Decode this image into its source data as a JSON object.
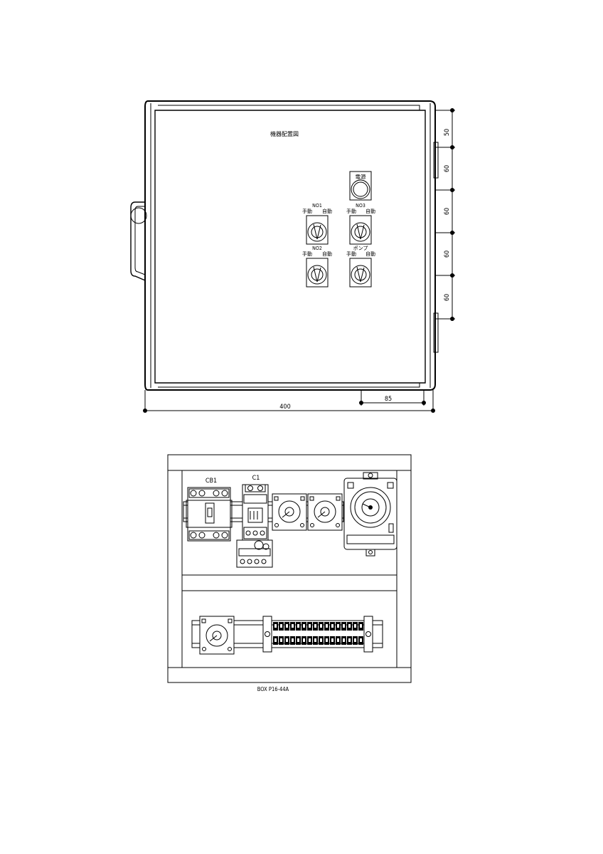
{
  "front_view": {
    "title": "機器配置図",
    "pilot_lamp_label": "電源",
    "switches": [
      {
        "name": "NO1",
        "left": "手動",
        "right": "自動"
      },
      {
        "name": "NO3",
        "left": "手動",
        "right": "自動"
      },
      {
        "name": "NO2",
        "left": "手動",
        "right": "自動"
      },
      {
        "name": "ポンプ",
        "left": "手動",
        "right": "自動"
      }
    ],
    "dimensions": {
      "width": "400",
      "offset": "85",
      "vertical": [
        "50",
        "60",
        "60",
        "60",
        "60"
      ]
    }
  },
  "internal_view": {
    "labels": {
      "breaker": "CB1",
      "contactor": "C1"
    },
    "caption": "BOX P16-44A"
  }
}
